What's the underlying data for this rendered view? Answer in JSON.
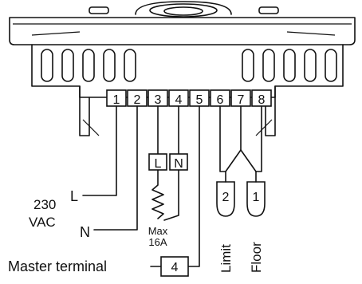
{
  "terminals": [
    "1",
    "2",
    "3",
    "4",
    "5",
    "6",
    "7",
    "8"
  ],
  "supply": {
    "voltage": "230",
    "unit": "VAC",
    "line": "L",
    "neutral": "N"
  },
  "load_terminals": {
    "line": "L",
    "neutral": "N"
  },
  "load_rating": {
    "label": "Max",
    "value": "16A"
  },
  "sensors": [
    {
      "number": "2",
      "label": "Limit"
    },
    {
      "number": "1",
      "label": "Floor"
    }
  ],
  "master": {
    "label": "Master terminal",
    "terminal": "4"
  }
}
